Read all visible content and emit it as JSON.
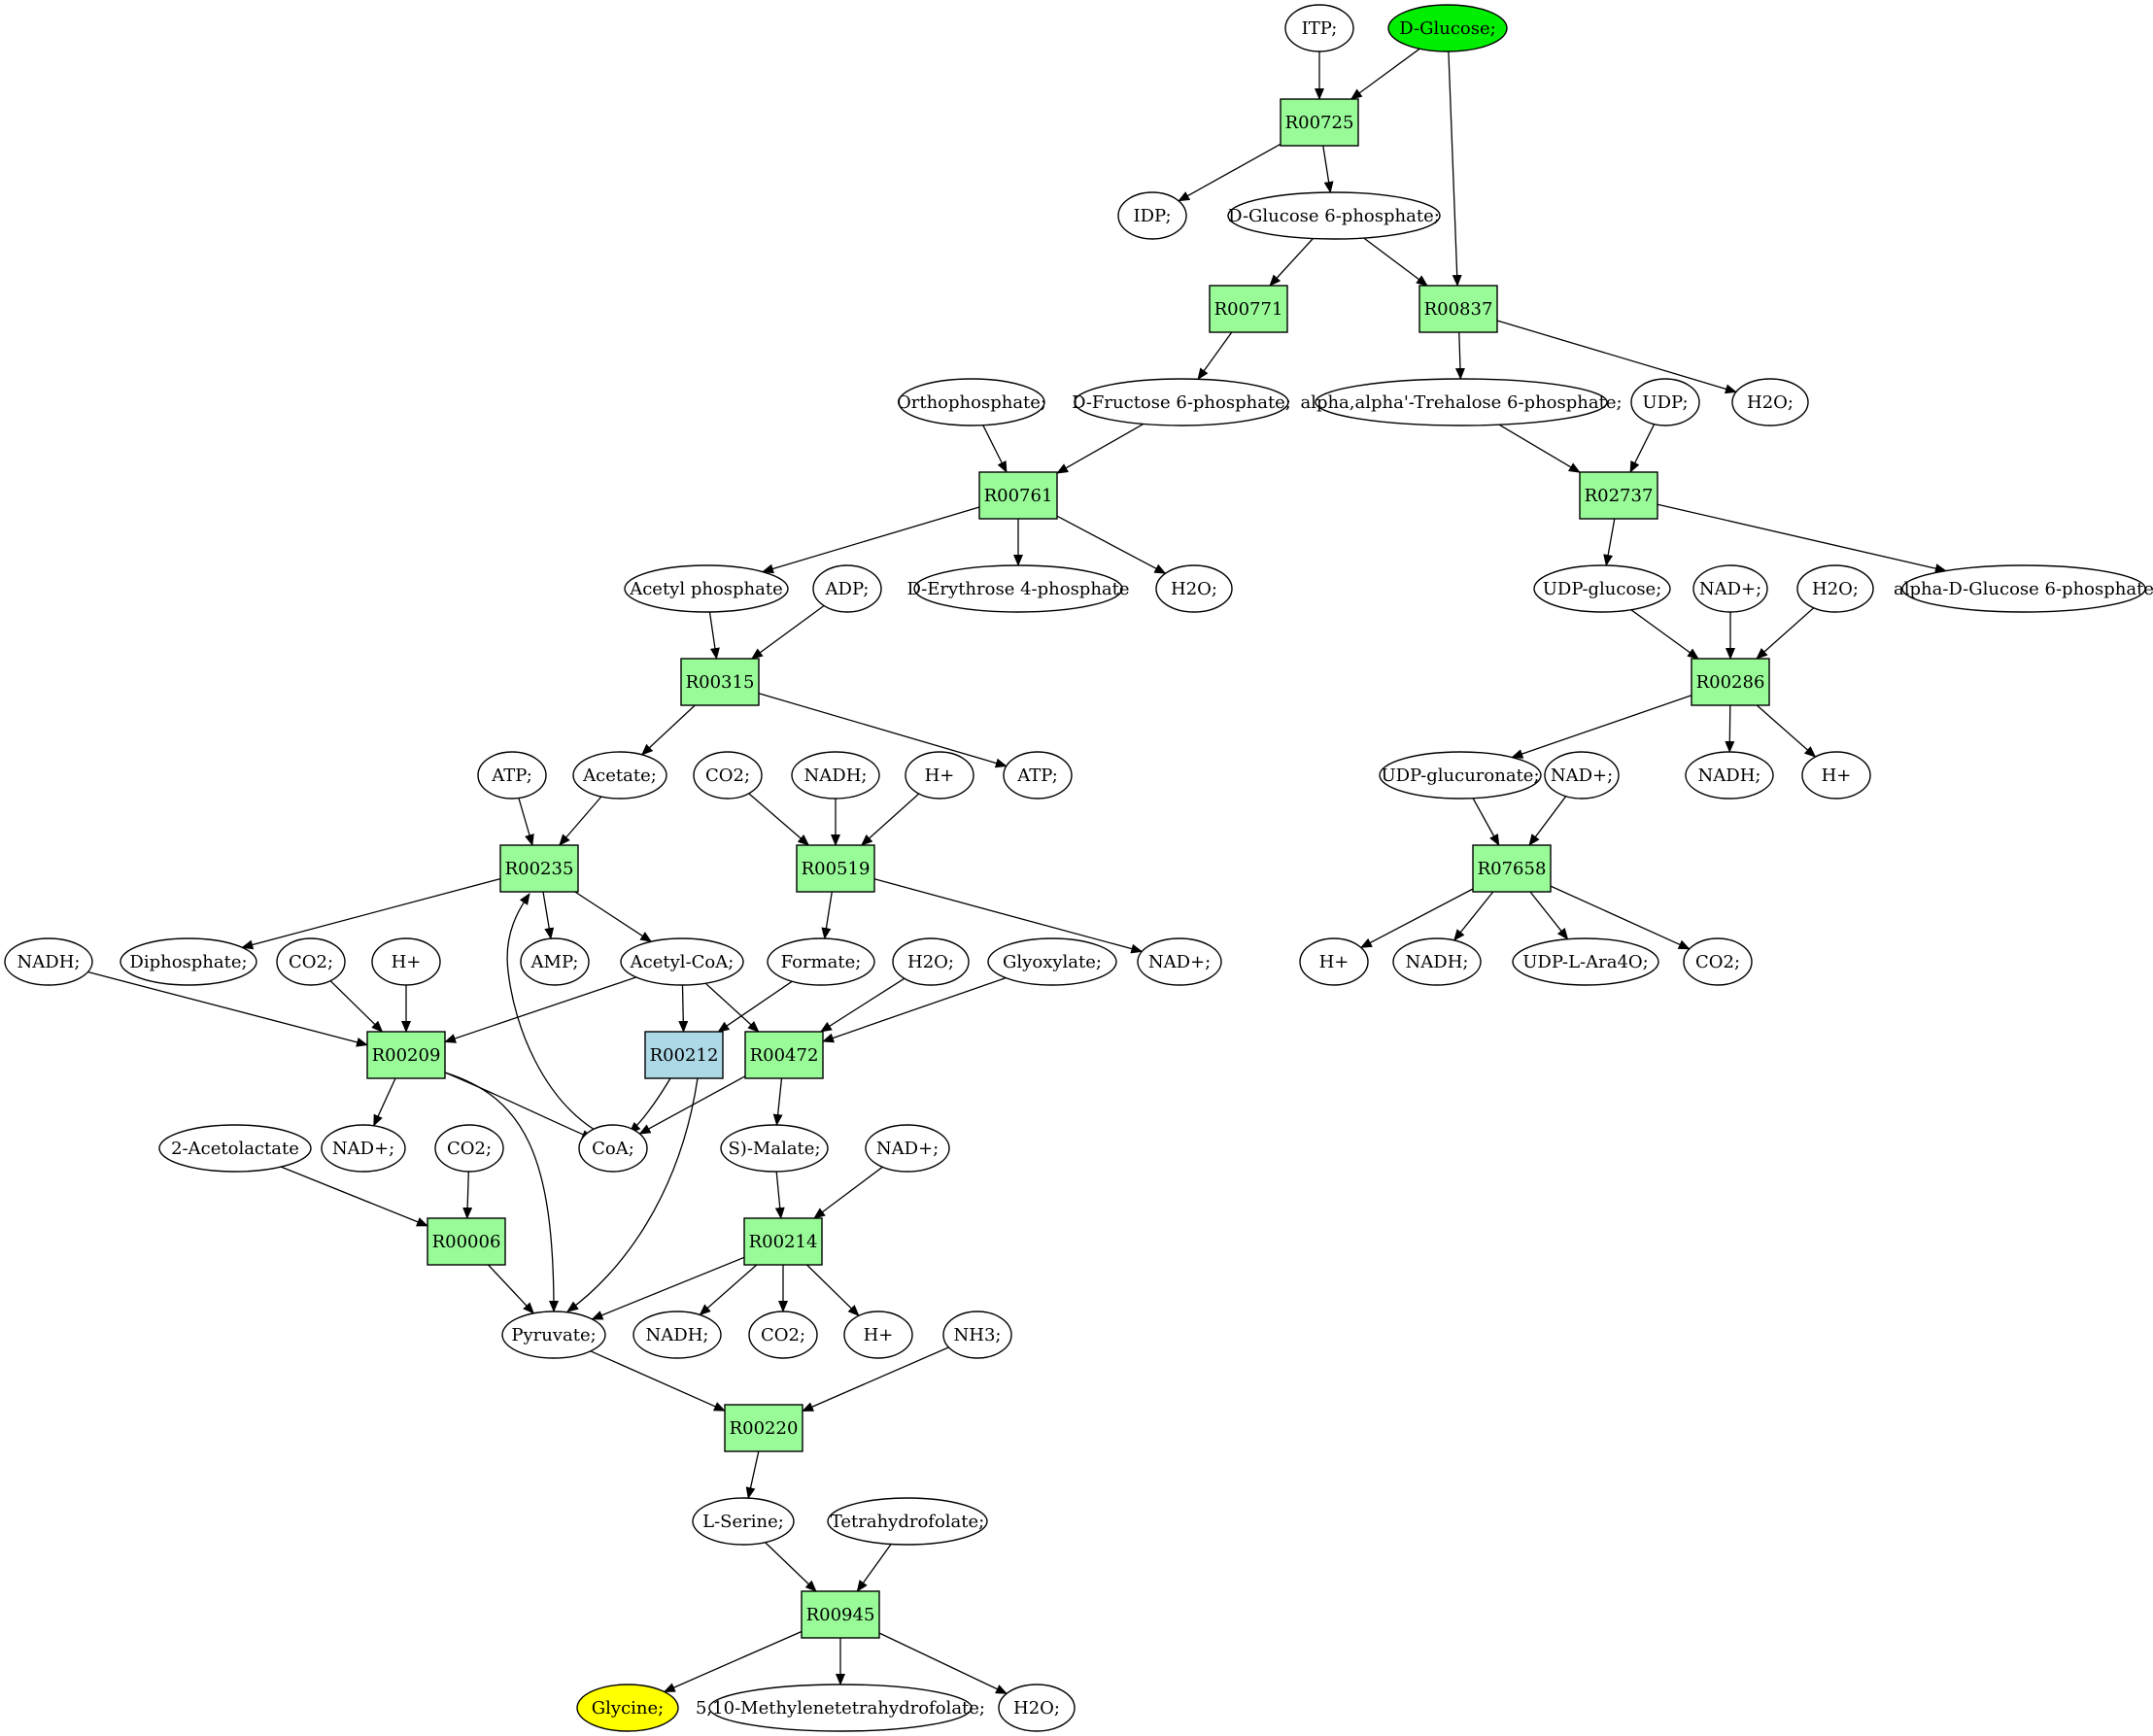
{
  "colors": {
    "reaction": "#98fb98",
    "reaction_highlight": "#add8e6",
    "source": "#00ee00",
    "target": "#ffff00",
    "compound": "#ffffff"
  },
  "nodes": [
    {
      "id": "ITP",
      "label": "ITP;",
      "kind": "compound"
    },
    {
      "id": "DGlc",
      "label": "D-Glucose;",
      "kind": "compound",
      "role": "source"
    },
    {
      "id": "R00725",
      "label": "R00725",
      "kind": "reaction"
    },
    {
      "id": "IDP",
      "label": "IDP;",
      "kind": "compound"
    },
    {
      "id": "G6P",
      "label": "D-Glucose 6-phosphate;",
      "kind": "compound"
    },
    {
      "id": "R00771",
      "label": "R00771",
      "kind": "reaction"
    },
    {
      "id": "R00837",
      "label": "R00837",
      "kind": "reaction"
    },
    {
      "id": "Pi",
      "label": "Orthophosphate;",
      "kind": "compound"
    },
    {
      "id": "F6P",
      "label": "D-Fructose 6-phosphate;",
      "kind": "compound"
    },
    {
      "id": "T6P",
      "label": "alpha,alpha'-Trehalose 6-phosphate;",
      "kind": "compound"
    },
    {
      "id": "UDP",
      "label": "UDP;",
      "kind": "compound"
    },
    {
      "id": "H2O_a",
      "label": "H2O;",
      "kind": "compound"
    },
    {
      "id": "R00761",
      "label": "R00761",
      "kind": "reaction"
    },
    {
      "id": "R02737",
      "label": "R02737",
      "kind": "reaction"
    },
    {
      "id": "AcP",
      "label": "Acetyl phosphate",
      "kind": "compound"
    },
    {
      "id": "ADP",
      "label": "ADP;",
      "kind": "compound"
    },
    {
      "id": "E4P",
      "label": "D-Erythrose 4-phosphate",
      "kind": "compound"
    },
    {
      "id": "H2O_b",
      "label": "H2O;",
      "kind": "compound"
    },
    {
      "id": "UDPG",
      "label": "UDP-glucose;",
      "kind": "compound"
    },
    {
      "id": "NADp_a",
      "label": "NAD+;",
      "kind": "compound"
    },
    {
      "id": "H2O_c",
      "label": "H2O;",
      "kind": "compound"
    },
    {
      "id": "aG6P",
      "label": "alpha-D-Glucose 6-phosphate",
      "kind": "compound"
    },
    {
      "id": "R00315",
      "label": "R00315",
      "kind": "reaction"
    },
    {
      "id": "R00286",
      "label": "R00286",
      "kind": "reaction"
    },
    {
      "id": "ATP_a",
      "label": "ATP;",
      "kind": "compound"
    },
    {
      "id": "Acetate",
      "label": "Acetate;",
      "kind": "compound"
    },
    {
      "id": "CO2_a",
      "label": "CO2;",
      "kind": "compound"
    },
    {
      "id": "NADH_a",
      "label": "NADH;",
      "kind": "compound"
    },
    {
      "id": "Hp_a",
      "label": "H+",
      "kind": "compound"
    },
    {
      "id": "ATP_b",
      "label": "ATP;",
      "kind": "compound"
    },
    {
      "id": "UDPGlcA",
      "label": "UDP-glucuronate;",
      "kind": "compound"
    },
    {
      "id": "NADp_b",
      "label": "NAD+;",
      "kind": "compound"
    },
    {
      "id": "NADH_b",
      "label": "NADH;",
      "kind": "compound"
    },
    {
      "id": "Hp_b",
      "label": "H+",
      "kind": "compound"
    },
    {
      "id": "R00235",
      "label": "R00235",
      "kind": "reaction"
    },
    {
      "id": "R00519",
      "label": "R00519",
      "kind": "reaction"
    },
    {
      "id": "R07658",
      "label": "R07658",
      "kind": "reaction"
    },
    {
      "id": "NADH_c",
      "label": "NADH;",
      "kind": "compound"
    },
    {
      "id": "PPi",
      "label": "Diphosphate;",
      "kind": "compound"
    },
    {
      "id": "CO2_b",
      "label": "CO2;",
      "kind": "compound"
    },
    {
      "id": "Hp_c",
      "label": "H+",
      "kind": "compound"
    },
    {
      "id": "AMP",
      "label": "AMP;",
      "kind": "compound"
    },
    {
      "id": "AcCoA",
      "label": "Acetyl-CoA;",
      "kind": "compound"
    },
    {
      "id": "Formate",
      "label": "Formate;",
      "kind": "compound"
    },
    {
      "id": "H2O_d",
      "label": "H2O;",
      "kind": "compound"
    },
    {
      "id": "Glyox",
      "label": "Glyoxylate;",
      "kind": "compound"
    },
    {
      "id": "NADp_c",
      "label": "NAD+;",
      "kind": "compound"
    },
    {
      "id": "Hp_d",
      "label": "H+",
      "kind": "compound"
    },
    {
      "id": "NADH_d",
      "label": "NADH;",
      "kind": "compound"
    },
    {
      "id": "UDPAra",
      "label": "UDP-L-Ara4O;",
      "kind": "compound"
    },
    {
      "id": "CO2_c",
      "label": "CO2;",
      "kind": "compound"
    },
    {
      "id": "R00209",
      "label": "R00209",
      "kind": "reaction"
    },
    {
      "id": "R00212",
      "label": "R00212",
      "kind": "reaction",
      "role": "highlight"
    },
    {
      "id": "R00472",
      "label": "R00472",
      "kind": "reaction"
    },
    {
      "id": "AcLac",
      "label": "2-Acetolactate",
      "kind": "compound"
    },
    {
      "id": "NADp_d",
      "label": "NAD+;",
      "kind": "compound"
    },
    {
      "id": "CO2_d",
      "label": "CO2;",
      "kind": "compound"
    },
    {
      "id": "CoA",
      "label": "CoA;",
      "kind": "compound"
    },
    {
      "id": "Malate",
      "label": "S)-Malate;",
      "kind": "compound"
    },
    {
      "id": "NADp_e",
      "label": "NAD+;",
      "kind": "compound"
    },
    {
      "id": "R00006",
      "label": "R00006",
      "kind": "reaction"
    },
    {
      "id": "R00214",
      "label": "R00214",
      "kind": "reaction"
    },
    {
      "id": "Pyr",
      "label": "Pyruvate;",
      "kind": "compound"
    },
    {
      "id": "NADH_e",
      "label": "NADH;",
      "kind": "compound"
    },
    {
      "id": "CO2_e",
      "label": "CO2;",
      "kind": "compound"
    },
    {
      "id": "Hp_e",
      "label": "H+",
      "kind": "compound"
    },
    {
      "id": "NH3",
      "label": "NH3;",
      "kind": "compound"
    },
    {
      "id": "R00220",
      "label": "R00220",
      "kind": "reaction"
    },
    {
      "id": "Ser",
      "label": "L-Serine;",
      "kind": "compound"
    },
    {
      "id": "THF",
      "label": "Tetrahydrofolate;",
      "kind": "compound"
    },
    {
      "id": "R00945",
      "label": "R00945",
      "kind": "reaction"
    },
    {
      "id": "Gly",
      "label": "Glycine;",
      "kind": "compound",
      "role": "target"
    },
    {
      "id": "MeTHF",
      "label": "5,10-Methylenetetrahydrofolate;",
      "kind": "compound"
    },
    {
      "id": "H2O_e",
      "label": "H2O;",
      "kind": "compound"
    }
  ],
  "edges": [
    {
      "from": "ITP",
      "to": "R00725"
    },
    {
      "from": "DGlc",
      "to": "R00725"
    },
    {
      "from": "DGlc",
      "to": "R00837"
    },
    {
      "from": "R00725",
      "to": "IDP"
    },
    {
      "from": "R00725",
      "to": "G6P"
    },
    {
      "from": "G6P",
      "to": "R00771"
    },
    {
      "from": "G6P",
      "to": "R00837"
    },
    {
      "from": "R00771",
      "to": "F6P"
    },
    {
      "from": "R00837",
      "to": "T6P"
    },
    {
      "from": "R00837",
      "to": "H2O_a"
    },
    {
      "from": "Pi",
      "to": "R00761"
    },
    {
      "from": "F6P",
      "to": "R00761"
    },
    {
      "from": "T6P",
      "to": "R02737"
    },
    {
      "from": "UDP",
      "to": "R02737"
    },
    {
      "from": "R00761",
      "to": "AcP"
    },
    {
      "from": "R00761",
      "to": "E4P"
    },
    {
      "from": "R00761",
      "to": "H2O_b"
    },
    {
      "from": "R02737",
      "to": "UDPG"
    },
    {
      "from": "R02737",
      "to": "aG6P"
    },
    {
      "from": "AcP",
      "to": "R00315"
    },
    {
      "from": "ADP",
      "to": "R00315"
    },
    {
      "from": "UDPG",
      "to": "R00286"
    },
    {
      "from": "NADp_a",
      "to": "R00286"
    },
    {
      "from": "H2O_c",
      "to": "R00286"
    },
    {
      "from": "R00315",
      "to": "Acetate"
    },
    {
      "from": "R00315",
      "to": "ATP_b"
    },
    {
      "from": "R00286",
      "to": "UDPGlcA"
    },
    {
      "from": "R00286",
      "to": "NADH_b"
    },
    {
      "from": "R00286",
      "to": "Hp_b"
    },
    {
      "from": "ATP_a",
      "to": "R00235"
    },
    {
      "from": "Acetate",
      "to": "R00235"
    },
    {
      "from": "CO2_a",
      "to": "R00519"
    },
    {
      "from": "NADH_a",
      "to": "R00519"
    },
    {
      "from": "Hp_a",
      "to": "R00519"
    },
    {
      "from": "UDPGlcA",
      "to": "R07658"
    },
    {
      "from": "NADp_b",
      "to": "R07658"
    },
    {
      "from": "R00235",
      "to": "PPi"
    },
    {
      "from": "R00235",
      "to": "AMP"
    },
    {
      "from": "R00235",
      "to": "AcCoA"
    },
    {
      "from": "R00519",
      "to": "Formate"
    },
    {
      "from": "R00519",
      "to": "NADp_c"
    },
    {
      "from": "R07658",
      "to": "Hp_d"
    },
    {
      "from": "R07658",
      "to": "NADH_d"
    },
    {
      "from": "R07658",
      "to": "UDPAra"
    },
    {
      "from": "R07658",
      "to": "CO2_c"
    },
    {
      "from": "NADH_c",
      "to": "R00209"
    },
    {
      "from": "CO2_b",
      "to": "R00209"
    },
    {
      "from": "Hp_c",
      "to": "R00209"
    },
    {
      "from": "AcCoA",
      "to": "R00209"
    },
    {
      "from": "AcCoA",
      "to": "R00212"
    },
    {
      "from": "AcCoA",
      "to": "R00472"
    },
    {
      "from": "Formate",
      "to": "R00212"
    },
    {
      "from": "H2O_d",
      "to": "R00472"
    },
    {
      "from": "Glyox",
      "to": "R00472"
    },
    {
      "from": "CoA",
      "to": "R00235"
    },
    {
      "from": "R00209",
      "to": "NADp_d"
    },
    {
      "from": "R00209",
      "to": "CoA"
    },
    {
      "from": "R00209",
      "to": "Pyr"
    },
    {
      "from": "R00212",
      "to": "CoA"
    },
    {
      "from": "R00212",
      "to": "Pyr"
    },
    {
      "from": "R00472",
      "to": "CoA"
    },
    {
      "from": "R00472",
      "to": "Malate"
    },
    {
      "from": "AcLac",
      "to": "R00006"
    },
    {
      "from": "CO2_d",
      "to": "R00006"
    },
    {
      "from": "Malate",
      "to": "R00214"
    },
    {
      "from": "NADp_e",
      "to": "R00214"
    },
    {
      "from": "R00006",
      "to": "Pyr"
    },
    {
      "from": "R00214",
      "to": "Pyr"
    },
    {
      "from": "R00214",
      "to": "NADH_e"
    },
    {
      "from": "R00214",
      "to": "CO2_e"
    },
    {
      "from": "R00214",
      "to": "Hp_e"
    },
    {
      "from": "Pyr",
      "to": "R00220"
    },
    {
      "from": "NH3",
      "to": "R00220"
    },
    {
      "from": "R00220",
      "to": "Ser"
    },
    {
      "from": "Ser",
      "to": "R00945"
    },
    {
      "from": "THF",
      "to": "R00945"
    },
    {
      "from": "R00945",
      "to": "Gly"
    },
    {
      "from": "R00945",
      "to": "MeTHF"
    },
    {
      "from": "R00945",
      "to": "H2O_e"
    }
  ]
}
